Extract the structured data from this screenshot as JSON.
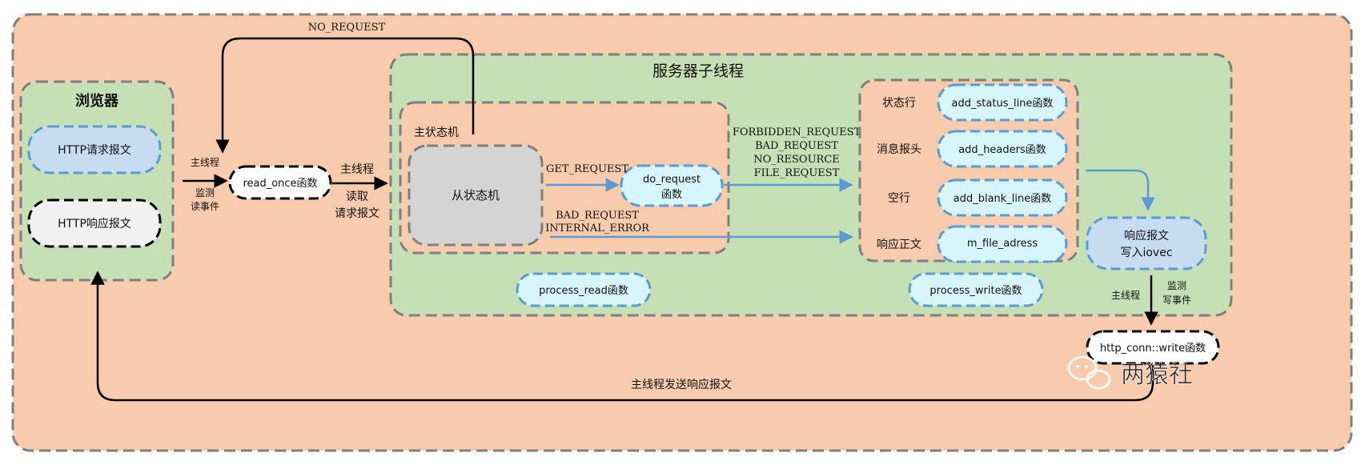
{
  "labels": {
    "no_request": "NO_REQUEST",
    "server_thread": "服务器子线程",
    "browser": "浏览器",
    "http_request": "HTTP请求报文",
    "http_response": "HTTP响应报文",
    "main_thread_1": "主线程",
    "monitor_1": "监测",
    "read_event": "读事件",
    "read_once": "read_once函数",
    "main_thread_2": "主线程",
    "read_1": "读取",
    "read_2": "请求报文",
    "master_state_machine": "主状态机",
    "slave_state_machine": "从状态机",
    "get_request": "GET_REQUEST",
    "do_request_1": "do_request",
    "do_request_2": "函数",
    "bad_request_1": "BAD_REQUEST",
    "internal_error": "INTERNAL_ERROR",
    "forbidden_request": "FORBIDDEN_REQUEST",
    "bad_request_2": "BAD_REQUEST",
    "no_resource": "NO_RESOURCE",
    "file_request": "FILE_REQUEST",
    "status_line": "状态行",
    "msg_headers": "消息报头",
    "blank_line": "空行",
    "response_body": "响应正文",
    "add_status_line": "add_status_line函数",
    "add_headers": "add_headers函数",
    "add_blank_line": "add_blank_line函数",
    "m_file_adress": "m_file_adress",
    "response_write_1": "响应报文",
    "response_write_2": "写入iovec",
    "process_read": "process_read函数",
    "process_write": "process_write函数",
    "main_thread_3": "主线程",
    "monitor_2": "监测",
    "write_event": "写事件",
    "http_conn_write": "http_conn::write函数",
    "send_response": "主线程发送响应报文",
    "watermark": "两猿社"
  },
  "colors": {
    "outer_bg": "#f8cbad",
    "green_bg": "#c5e0b4",
    "inner_bg": "#f8cbad",
    "blue_fill": "#c6dcf0",
    "cyan_fill": "#d6f5fc",
    "white_fill": "#ffffff",
    "gray_fill": "#d4d4d4",
    "light_fill": "#f1f1f1",
    "dash_gray": "#7f7f7f",
    "dash_blue": "#5b9bd5",
    "arrow_blue": "#5b9bd5"
  }
}
